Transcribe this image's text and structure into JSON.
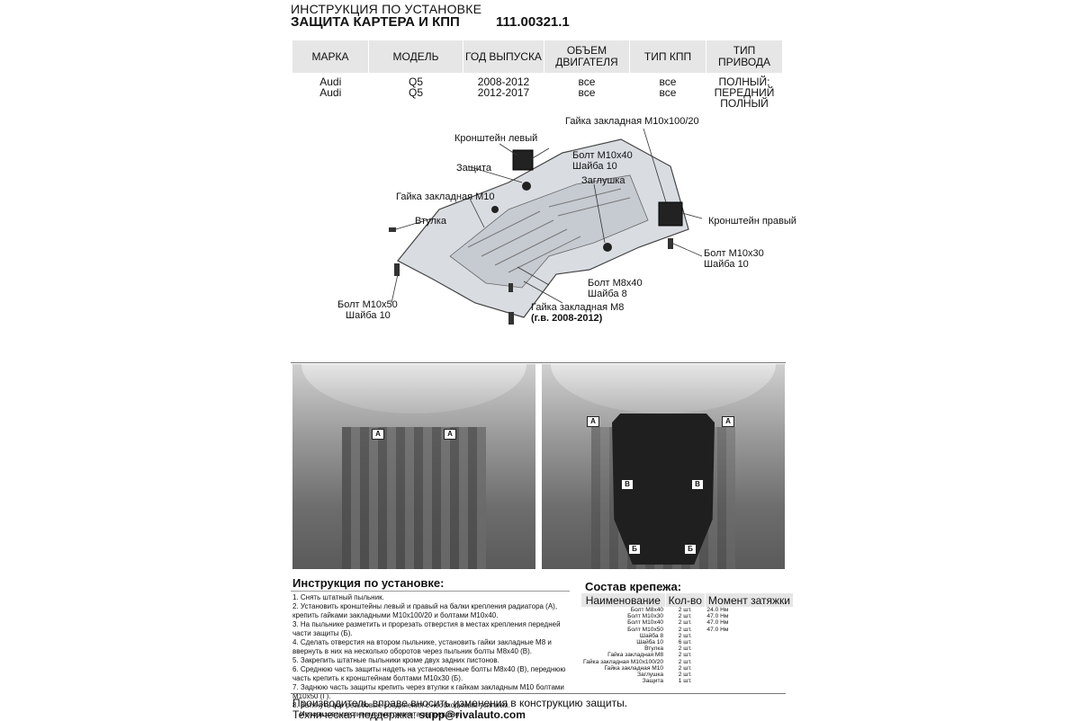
{
  "header": {
    "line1": "ИНСТРУКЦИЯ ПО УСТАНОВКЕ",
    "line2": "ЗАЩИТА КАРТЕРА И КПП",
    "article": "111.00321.1"
  },
  "spec_table": {
    "columns": [
      "МАРКА",
      "МОДЕЛЬ",
      "ГОД ВЫПУСКА",
      "ОБЪЕМ ДВИГАТЕЛЯ",
      "ТИП КПП",
      "ТИП ПРИВОДА"
    ],
    "rows": [
      [
        "Audi",
        "Q5",
        "2008-2012",
        "все",
        "все",
        "ПОЛНЫЙ; ПЕРЕДНИЙ"
      ],
      [
        "Audi",
        "Q5",
        "2012-2017",
        "все",
        "все",
        "ПОЛНЫЙ"
      ]
    ]
  },
  "diagram_labels": {
    "nut_m10_100": "Гайка закладная М10х100/20",
    "bracket_left": "Кронштейн левый",
    "bolt_m10x40": "Болт М10х40",
    "washer_10_a": "Шайба 10",
    "guard": "Защита",
    "plug": "Заглушка",
    "nut_m10": "Гайка закладная М10",
    "bushing": "Втулка",
    "bracket_right": "Кронштейн правый",
    "bolt_m10x30": "Болт М10х30",
    "washer_10_b": "Шайба 10",
    "bolt_m8x40": "Болт М8х40",
    "washer_8": "Шайба 8",
    "bolt_m10x50": "Болт М10х50",
    "washer_10_c": "Шайба 10",
    "nut_m8": "Гайка закладная М8",
    "nut_m8_note": "(г.в. 2008-2012)"
  },
  "photo_markers": [
    "A",
    "A",
    "A",
    "A",
    "B",
    "B",
    "Б",
    "Б"
  ],
  "instructions": {
    "title": "Инструкция по установке:",
    "steps": [
      "1. Снять штатный пыльник.",
      "2. Установить кронштейны левый и правый на балки крепления радиатора (А), крепить гайками закладными М10х100/20 и болтами М10х40.",
      "3. На пыльнике разметить и прорезать отверстия в местах крепления передней части защиты (Б).",
      "4. Сделать отверстия на втором пыльнике, установить гайки закладные М8 и ввернуть в них на несколько оборотов через пыльник болты М8х40 (В).",
      "5. Закрепить штатные пыльники кроме двух задних пистонов.",
      "6. Среднюю часть защиты надеть на установленные болты М8х40 (В), переднюю часть крепить к кронштейнам болтами М10х30 (Б).",
      "7. Заднюю часть защиты крепить через втулки к гайкам закладным М10 болтами М10х50 (Г).",
      "8. Затянуть все резьбовые соединения с необходимым усилием.",
      "Использование пневмоинструмента запрещено."
    ]
  },
  "kit": {
    "title": "Состав крепежа:",
    "columns": [
      "Наименование",
      "Кол-во",
      "Момент затяжки"
    ],
    "rows": [
      [
        "Болт М8х40",
        "2 шт.",
        "24.0 Нм"
      ],
      [
        "Болт М10х30",
        "2 шт.",
        "47.0 Нм"
      ],
      [
        "Болт М10х40",
        "2 шт.",
        "47.0 Нм"
      ],
      [
        "Болт М10х50",
        "2 шт.",
        "47.0 Нм"
      ],
      [
        "Шайба 8",
        "2 шт.",
        ""
      ],
      [
        "Шайба 10",
        "6 шт.",
        ""
      ],
      [
        "Втулка",
        "2 шт.",
        ""
      ],
      [
        "Гайка закладная М8",
        "2 шт.",
        ""
      ],
      [
        "Гайка закладная М10х100/20",
        "2 шт.",
        ""
      ],
      [
        "Гайка закладная М10",
        "2 шт.",
        ""
      ],
      [
        "Заглушка",
        "2 шт.",
        ""
      ],
      [
        "Защита",
        "1 шт.",
        ""
      ]
    ]
  },
  "footer": {
    "line1": "Производитель вправе вносить изменения в конструкцию защиты.",
    "support_label": "Техническая поддержка:",
    "support_email": "supp@rivalauto.com"
  }
}
